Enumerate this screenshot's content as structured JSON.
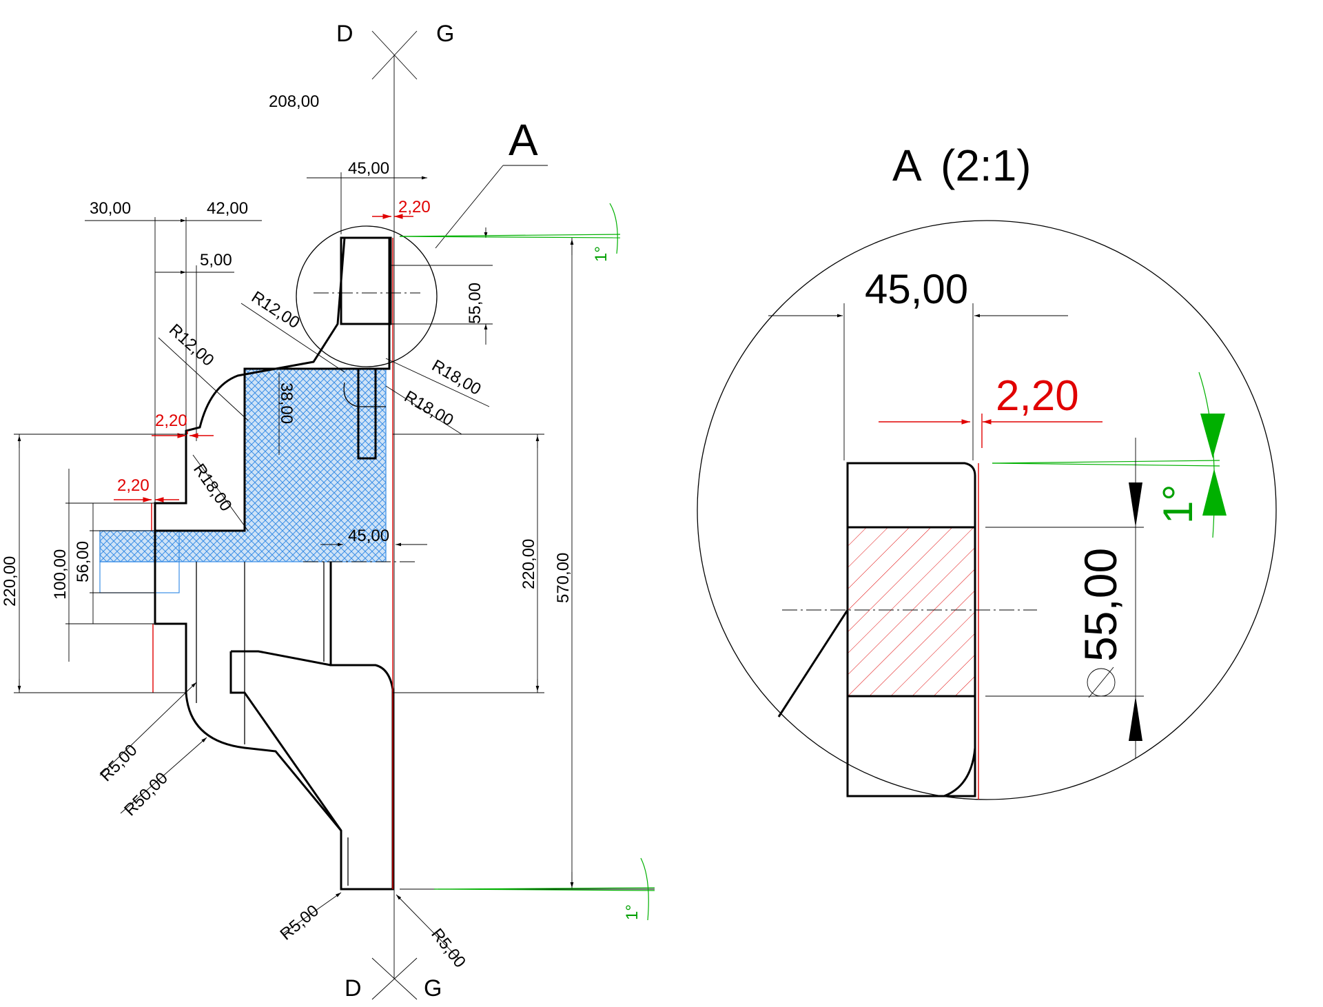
{
  "section_marks": {
    "top_left": "D",
    "top_right": "G",
    "bottom_left": "D",
    "bottom_right": "G"
  },
  "detail": {
    "callout": "A",
    "title": "A",
    "scale": "(2:1)"
  },
  "dimensions": {
    "d208": "208,00",
    "d45_top": "45,00",
    "d30": "30,00",
    "d42": "42,00",
    "d5": "5,00",
    "d220_red_top": "2,20",
    "dia55": "55,00",
    "r12_a": "R12,00",
    "r12_b": "R12,00",
    "r18_a": "R18,00",
    "r18_b": "R18,00",
    "r18_c": "R18,00",
    "d38": "38,00",
    "d220_red_mid": "2,20",
    "d220_red_low": "2,20",
    "dia220": "220,00",
    "dia100": "100,00",
    "d56": "56,00",
    "d45_mid": "45,00",
    "d220": "220,00",
    "d570": "570,00",
    "r5_a": "R5,00",
    "r50": "R50,00",
    "r5_b": "R5,00",
    "r5_c": "R5,00",
    "angle_top": "1°",
    "angle_bottom": "1°",
    "detail_45": "45,00",
    "detail_220": "2,20",
    "detail_angle": "1°",
    "detail_dia55": "55,00"
  },
  "colors": {
    "line": "#000000",
    "tolerance": "#e00000",
    "angle": "#00b000",
    "fill": "#3a8ee6"
  }
}
